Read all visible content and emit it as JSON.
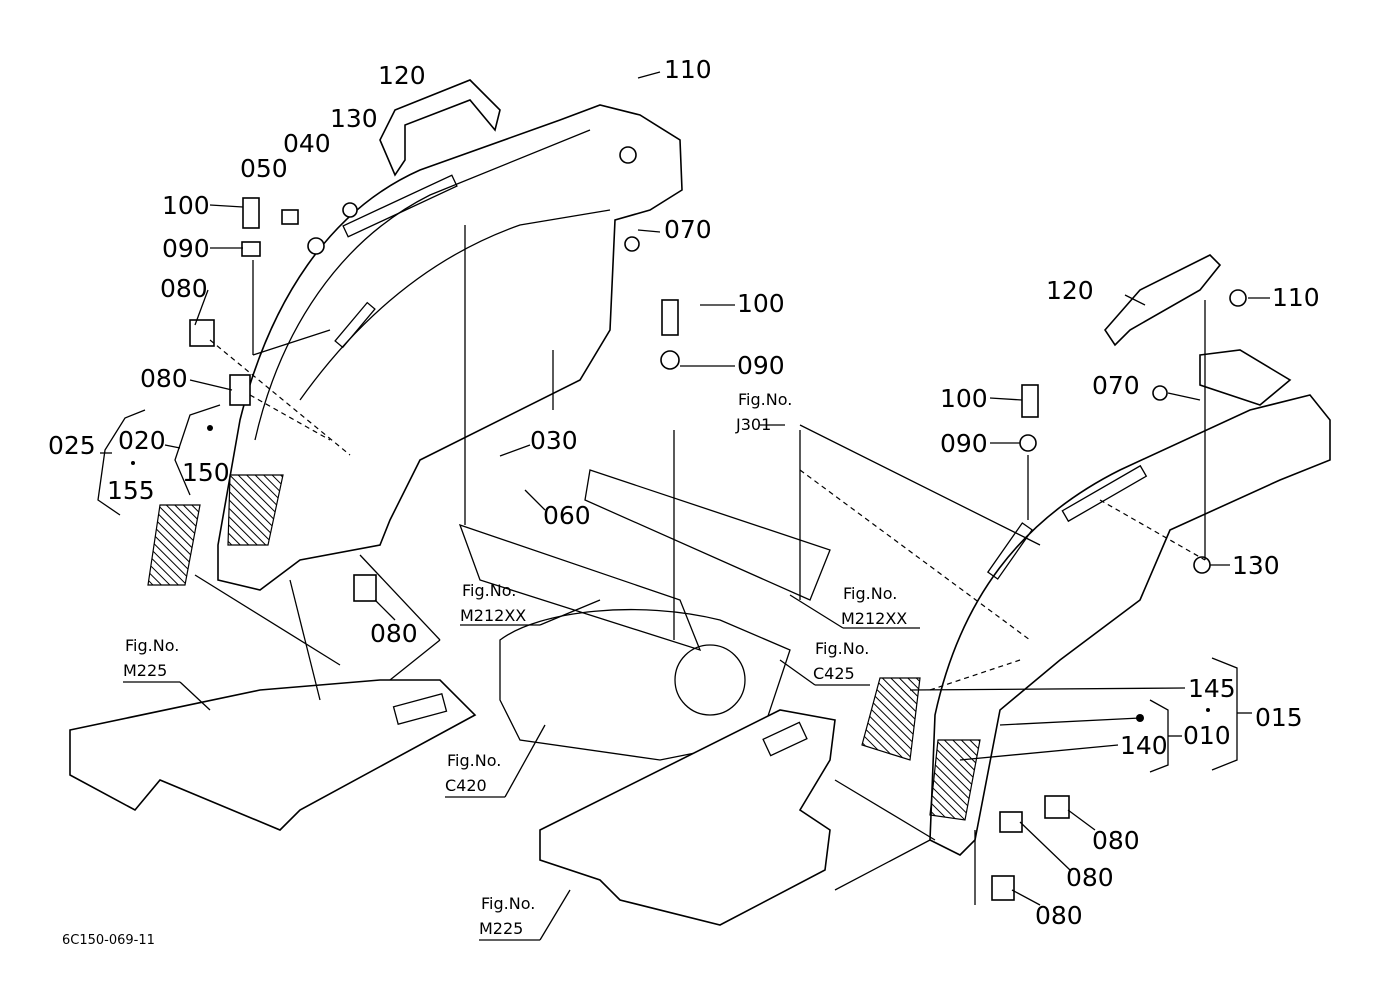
{
  "diagram_code": "6C150-069-11",
  "part_labels": [
    "120",
    "110",
    "130",
    "040",
    "050",
    "100",
    "090",
    "070",
    "080",
    "080",
    "100",
    "090",
    "025",
    "020",
    "150",
    "155",
    "030",
    "060",
    "080",
    "120",
    "110",
    "070",
    "100",
    "090",
    "130",
    "145",
    "015",
    "010",
    "140",
    "080",
    "080",
    "080"
  ],
  "figure_refs": [
    {
      "prefix": "Fig.No.",
      "code": "J301"
    },
    {
      "prefix": "Fig.No.",
      "code": "M212XX"
    },
    {
      "prefix": "Fig.No.",
      "code": "M212XX"
    },
    {
      "prefix": "Fig.No.",
      "code": "C425"
    },
    {
      "prefix": "Fig.No.",
      "code": "M225"
    },
    {
      "prefix": "Fig.No.",
      "code": "C420"
    },
    {
      "prefix": "Fig.No.",
      "code": "M225"
    }
  ],
  "colors": {
    "line": "#000000",
    "background": "#ffffff"
  }
}
